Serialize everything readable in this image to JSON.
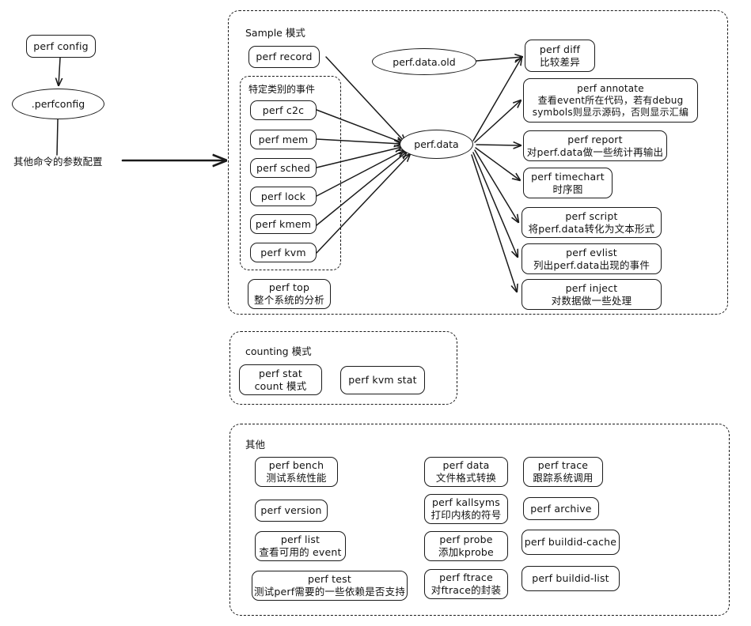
{
  "diagram": {
    "title": "perf command map",
    "stroke_color": "#1a1a1a",
    "background_color": "#ffffff"
  },
  "config_flow": {
    "command_node": "perf config",
    "file_node": ".perfconfig",
    "arrow_label": "其他命令的参数配置"
  },
  "sample_section": {
    "label": "Sample 模式",
    "record_node": "perf record",
    "inner_group_label": "特定类别的事件",
    "event_nodes": [
      {
        "line1": "perf c2c",
        "line2": ""
      },
      {
        "line1": "perf mem",
        "line2": ""
      },
      {
        "line1": "perf sched",
        "line2": ""
      },
      {
        "line1": "perf lock",
        "line2": ""
      },
      {
        "line1": "perf kmem",
        "line2": ""
      },
      {
        "line1": "perf kvm",
        "line2": ""
      }
    ],
    "top_node": {
      "line1": "perf top",
      "line2": "整个系统的分析"
    },
    "data_old_node": "perf.data.old",
    "data_node": "perf.data",
    "consumers": [
      {
        "line1": "perf diff",
        "line2": "比较差异",
        "line3": ""
      },
      {
        "line1": "perf annotate",
        "line2": "查看event所在代码，若有debug",
        "line3": "symbols则显示源码，否则显示汇编"
      },
      {
        "line1": "perf report",
        "line2": "对perf.data做一些统计再输出",
        "line3": ""
      },
      {
        "line1": "perf timechart",
        "line2": "时序图",
        "line3": ""
      },
      {
        "line1": "perf script",
        "line2": "将perf.data转化为文本形式",
        "line3": ""
      },
      {
        "line1": "perf evlist",
        "line2": "列出perf.data出现的事件",
        "line3": ""
      },
      {
        "line1": "perf inject",
        "line2": "对数据做一些处理",
        "line3": ""
      }
    ]
  },
  "counting_section": {
    "label": "counting 模式",
    "nodes": [
      {
        "line1": "perf stat",
        "line2": "count 模式"
      },
      {
        "line1": "perf kvm stat",
        "line2": ""
      }
    ]
  },
  "other_section": {
    "label": "其他",
    "column1": [
      {
        "line1": "perf bench",
        "line2": "测试系统性能"
      },
      {
        "line1": "perf version",
        "line2": ""
      },
      {
        "line1": "perf list",
        "line2": "查看可用的 event"
      },
      {
        "line1": "perf test",
        "line2": "测试perf需要的一些依赖是否支持"
      }
    ],
    "column2": [
      {
        "line1": "perf data",
        "line2": "文件格式转换"
      },
      {
        "line1": "perf kallsyms",
        "line2": "打印内核的符号"
      },
      {
        "line1": "perf probe",
        "line2": "添加kprobe"
      },
      {
        "line1": "perf ftrace",
        "line2": "对ftrace的封装"
      }
    ],
    "column3": [
      {
        "line1": "perf trace",
        "line2": "跟踪系统调用"
      },
      {
        "line1": "perf archive",
        "line2": ""
      },
      {
        "line1": "perf buildid-cache",
        "line2": ""
      },
      {
        "line1": "perf buildid-list",
        "line2": ""
      }
    ]
  }
}
